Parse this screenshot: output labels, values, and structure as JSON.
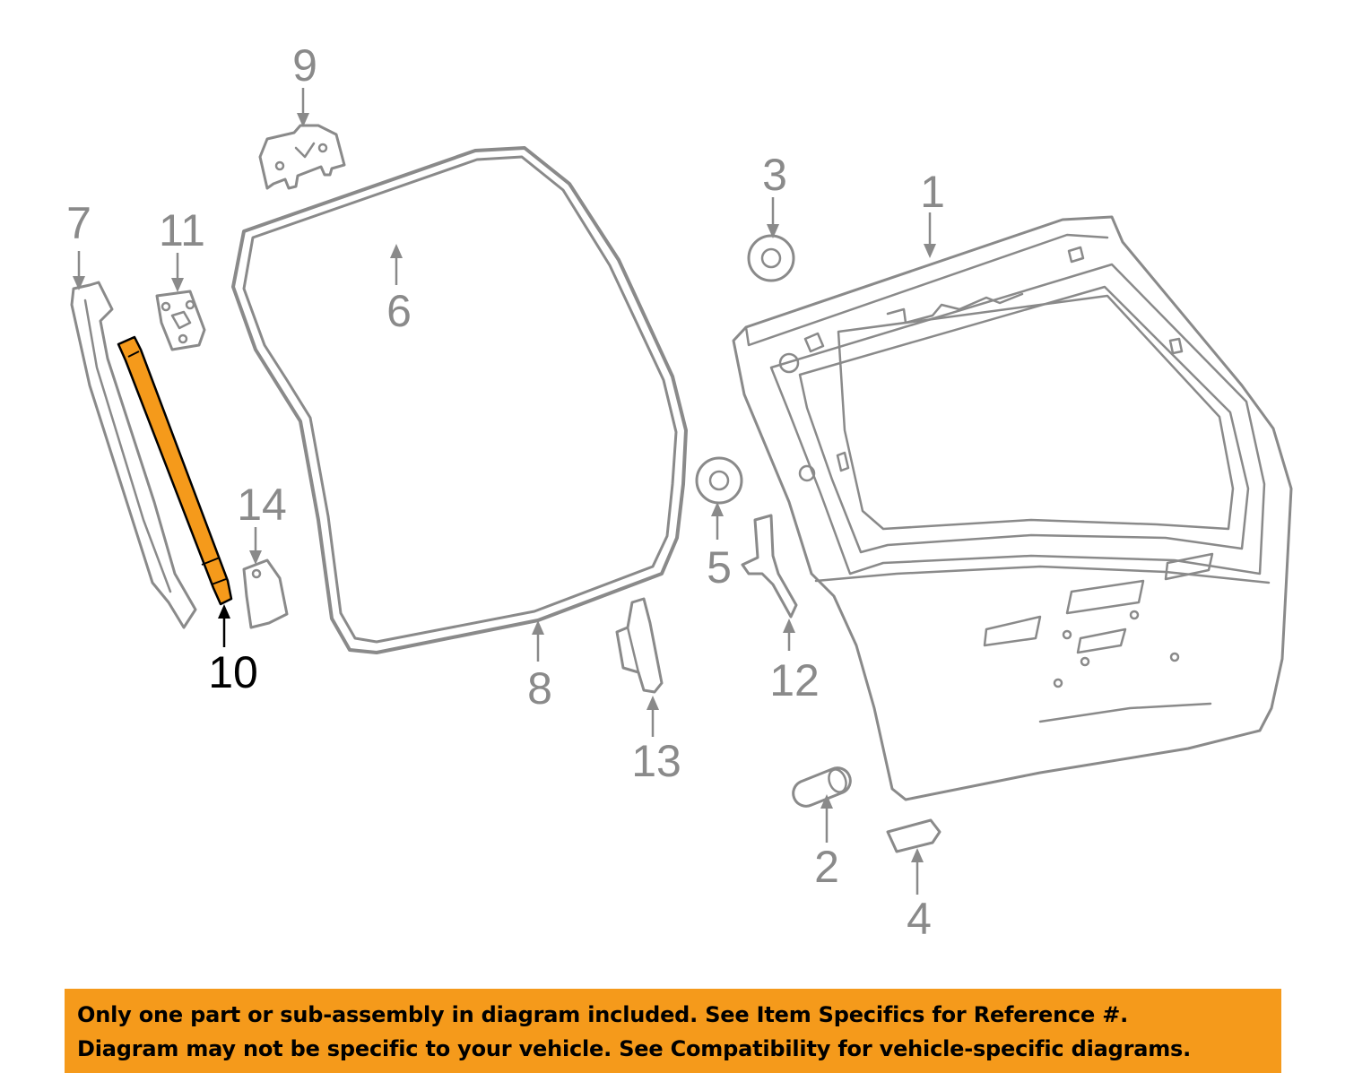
{
  "diagram": {
    "labels": [
      {
        "id": "1",
        "text": "1"
      },
      {
        "id": "2",
        "text": "2"
      },
      {
        "id": "3",
        "text": "3"
      },
      {
        "id": "4",
        "text": "4"
      },
      {
        "id": "5",
        "text": "5"
      },
      {
        "id": "6",
        "text": "6"
      },
      {
        "id": "7",
        "text": "7"
      },
      {
        "id": "8",
        "text": "8"
      },
      {
        "id": "9",
        "text": "9"
      },
      {
        "id": "10",
        "text": "10",
        "highlighted": true
      },
      {
        "id": "11",
        "text": "11"
      },
      {
        "id": "12",
        "text": "12"
      },
      {
        "id": "13",
        "text": "13"
      },
      {
        "id": "14",
        "text": "14"
      }
    ],
    "colors": {
      "line_art": "#8a8a8a",
      "highlight_part": "#f59a1b",
      "highlight_label": "#000000"
    }
  },
  "notice": {
    "line1": "Only one part or sub-assembly in diagram included. See Item Specifics for Reference #.",
    "line2": "Diagram may not be specific to your vehicle. See Compatibility for vehicle-specific diagrams.",
    "background": "#f59a1b"
  }
}
